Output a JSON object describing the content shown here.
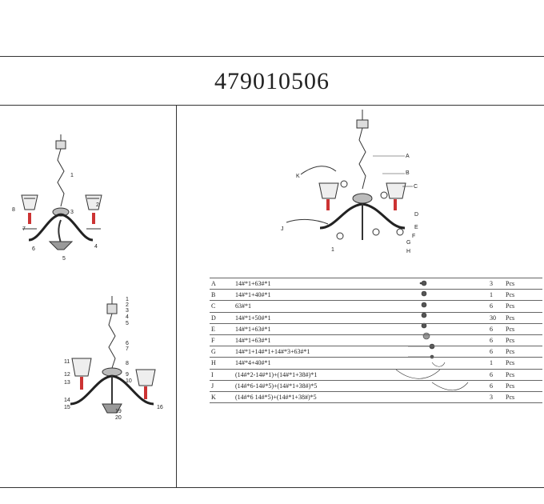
{
  "title": "479010506",
  "top_callouts": [
    "A",
    "B",
    "C",
    "D",
    "E",
    "F",
    "G",
    "H",
    "J",
    "K",
    "1"
  ],
  "left_top_callouts": [
    "1",
    "2",
    "3",
    "4",
    "5",
    "6",
    "7",
    "8"
  ],
  "left_bottom_callouts": [
    "1",
    "2",
    "3",
    "4",
    "5",
    "6",
    "7",
    "8",
    "9",
    "10",
    "11",
    "12",
    "13",
    "14",
    "15",
    "16",
    "19",
    "20"
  ],
  "parts": [
    {
      "code": "A",
      "spec": "14#*1+63#*1",
      "qty": "3",
      "unit": "Pcs"
    },
    {
      "code": "B",
      "spec": "14#*1+40#*1",
      "qty": "1",
      "unit": "Pcs"
    },
    {
      "code": "C",
      "spec": "63#*1",
      "qty": "6",
      "unit": "Pcs"
    },
    {
      "code": "D",
      "spec": "14#*1+50#*1",
      "qty": "30",
      "unit": "Pcs"
    },
    {
      "code": "E",
      "spec": "14#*1+63#*1",
      "qty": "6",
      "unit": "Pcs"
    },
    {
      "code": "F",
      "spec": "14#*1+63#*1",
      "qty": "6",
      "unit": "Pcs"
    },
    {
      "code": "G",
      "spec": "14#*1+14#*1+14#*3+63#*1",
      "qty": "6",
      "unit": "Pcs"
    },
    {
      "code": "H",
      "spec": "14#*4+40#*1",
      "qty": "1",
      "unit": "Pcs"
    },
    {
      "code": "I",
      "spec": "(14#*2-14#*1)+(14#*1+38#)*1",
      "qty": "6",
      "unit": "Pcs"
    },
    {
      "code": "J",
      "spec": "(14#*6-14#*5)+(14#*1+38#)*5",
      "qty": "6",
      "unit": "Pcs"
    },
    {
      "code": "K",
      "spec": "(14#*6 14#*5)+(14#*1+38#)*5",
      "qty": "3",
      "unit": "Pcs"
    }
  ]
}
